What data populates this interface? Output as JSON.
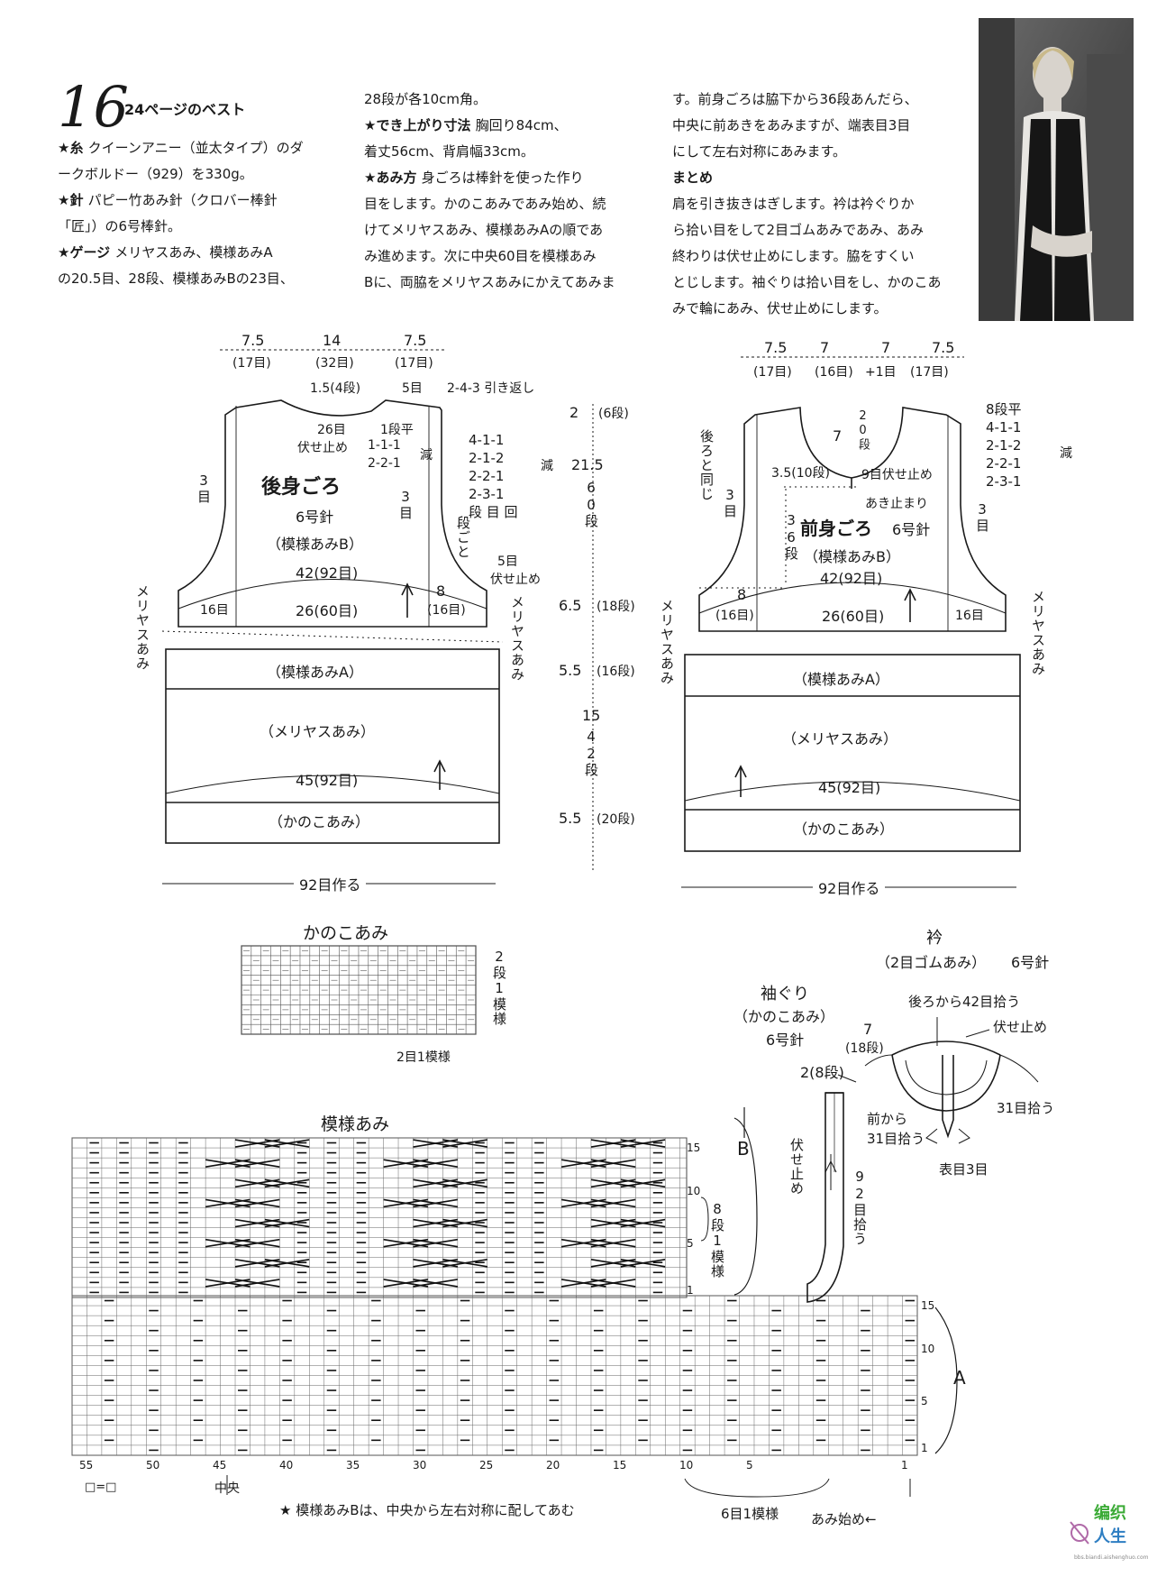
{
  "header": {
    "number": "16",
    "title": "24ページのベスト"
  },
  "text": {
    "col1": [
      {
        "k": "★糸",
        "v": "クイーンアニー（並太タイプ）のダ"
      },
      {
        "k": "",
        "v": "ークボルドー（929）を330g。"
      },
      {
        "k": "★針",
        "v": "パピー竹あみ針（クロバー棒針"
      },
      {
        "k": "",
        "v": "「匠」）の6号棒針。"
      },
      {
        "k": "★ゲージ",
        "v": "メリヤスあみ、模様あみA"
      },
      {
        "k": "",
        "v": "の20.5目、28段、模様あみBの23目、"
      }
    ],
    "col2": [
      {
        "k": "",
        "v": "28段が各10cm角。"
      },
      {
        "k": "★でき上がり寸法",
        "v": "胸回り84cm、"
      },
      {
        "k": "",
        "v": "着丈56cm、背肩幅33cm。"
      },
      {
        "k": "★あみ方",
        "v": "身ごろは棒針を使った作り"
      },
      {
        "k": "",
        "v": "目をします。かのこあみであみ始め、続"
      },
      {
        "k": "",
        "v": "けてメリヤスあみ、模様あみAの順であ"
      },
      {
        "k": "",
        "v": "み進めます。次に中央60目を模様あみ"
      },
      {
        "k": "",
        "v": "Bに、両脇をメリヤスあみにかえてあみま"
      }
    ],
    "col3": [
      {
        "k": "",
        "v": "す。前身ごろは脇下から36段あんだら、"
      },
      {
        "k": "",
        "v": "中央に前あきをあみますが、端表目3目"
      },
      {
        "k": "",
        "v": "にして左右対称にあみます。"
      },
      {
        "k": "まとめ",
        "v": ""
      },
      {
        "k": "",
        "v": "肩を引き抜きはぎします。衿は衿ぐりか"
      },
      {
        "k": "",
        "v": "ら拾い目をして2目ゴムあみであみ、あみ"
      },
      {
        "k": "",
        "v": "終わりは伏せ止めにします。脇をすくい"
      },
      {
        "k": "",
        "v": "とじします。袖ぐりは拾い目をし、かのこあ"
      },
      {
        "k": "",
        "v": "みで輪にあみ、伏せ止めにします。"
      }
    ]
  },
  "back": {
    "title": "後身ごろ",
    "needle": "6号針",
    "pattern_b": "（模様あみB）",
    "pattern_a": "（模様あみA）",
    "stockinette": "（メリヤスあみ）",
    "seed": "（かのこあみ）",
    "w1": "7.5",
    "w1s": "(17目)",
    "w2": "14",
    "w2s": "(32目)",
    "w3": "7.5",
    "w3s": "(17目)",
    "neck1": "1.5(4段)",
    "neck2": "5目",
    "shoulder": "2-4-3 引き返し",
    "neck3": "26目",
    "neck4": "伏せ止め",
    "dec1": "1段平",
    "dec2": "1-1-1",
    "dec3": "2-2-1",
    "dec4": "減",
    "armdec": [
      "4-1-1",
      "2-1-2",
      "2-2-1",
      "2-3-1",
      "段 目 回"
    ],
    "arm_red": "減",
    "arm_each": "段ごと",
    "side3a": "3目",
    "side3b": "3目",
    "bind5": "5目",
    "bind5b": "伏せ止め",
    "w42": "42(92目)",
    "w26": "26(60目)",
    "w8": "8",
    "w16a": "16目",
    "w16b": "(16目)",
    "w45": "45(92目)",
    "cast": "92目作る",
    "side_label": "メリヤスあみ"
  },
  "center_scale": {
    "a": "2",
    "as": "(6段)",
    "b": "21.5",
    "bs": "60段",
    "c": "6.5",
    "cs": "(18段)",
    "d": "5.5",
    "ds": "(16段)",
    "e": "15",
    "es": "42段",
    "f": "5.5",
    "fs": "(20段)"
  },
  "front": {
    "title": "前身ごろ",
    "needle": "6号針",
    "pattern_b": "（模様あみB）",
    "pattern_a": "（模様あみA）",
    "stockinette": "（メリヤスあみ）",
    "seed": "（かのこあみ）",
    "w1": "7.5",
    "w1s": "(17目)",
    "w2": "7",
    "w2s": "(16目)",
    "w3": "7",
    "w3s": "+1目",
    "w4": "7.5",
    "w4s": "(17目)",
    "neck_d": "20段",
    "neck_7": "7",
    "neck_35": "3.5(10段)",
    "neck_bind": "9目伏せ止め",
    "opening": "あき止まり",
    "dec": [
      "8段平",
      "4-1-1",
      "2-1-2",
      "2-2-1",
      "2-3-1"
    ],
    "dec_red": "減",
    "same": "後ろと同じ",
    "side3a": "3目",
    "side3b": "3目",
    "rows36": "36段",
    "w42": "42(92目)",
    "w26": "26(60目)",
    "w8": "8",
    "w16a": "(16目)",
    "w16b": "16目",
    "w45": "45(92目)",
    "cast": "92目作る",
    "side_label": "メリヤスあみ"
  },
  "seed_chart": {
    "title": "かのこあみ",
    "rows": "2段1模様",
    "cols": "2目1模様"
  },
  "collar": {
    "title": "衿",
    "rib": "（2目ゴムあみ）",
    "needle": "6号針",
    "pick_back": "後ろから42目拾う",
    "bind": "伏せ止め",
    "len": "7",
    "rows": "(18段)",
    "pick_right": "31目拾う",
    "pick_front": "前から",
    "pick_front2": "31目拾う",
    "knit3": "表目3目"
  },
  "armhole": {
    "title": "袖ぐり",
    "seed": "（かのこあみ）",
    "needle": "6号針",
    "len": "2(8段)",
    "bind": "伏せ止め",
    "pick": "92目拾う"
  },
  "pattern_chart": {
    "title": "模様あみ",
    "b_label": "B",
    "a_label": "A",
    "rows_b": "8段1模様",
    "row_ticks_b": [
      "15",
      "10",
      "5",
      "1"
    ],
    "row_ticks_a": [
      "15",
      "10",
      "5",
      "1"
    ],
    "col_ticks": [
      "55",
      "50",
      "45",
      "40",
      "35",
      "30",
      "25",
      "20",
      "15",
      "10",
      "5",
      "1"
    ],
    "center": "中央",
    "repeat": "6目1模様",
    "start": "あみ始め←",
    "legend": "□=□",
    "note": "★ 模様あみBは、中央から左右対称に配してあむ"
  },
  "watermark": {
    "l1": "编织",
    "l2": "人生",
    "site": "bbs.biandi.aishenghuo.com"
  },
  "colors": {
    "ink": "#1a1a1a",
    "grid": "#555555",
    "accent": "#b06aa8"
  }
}
